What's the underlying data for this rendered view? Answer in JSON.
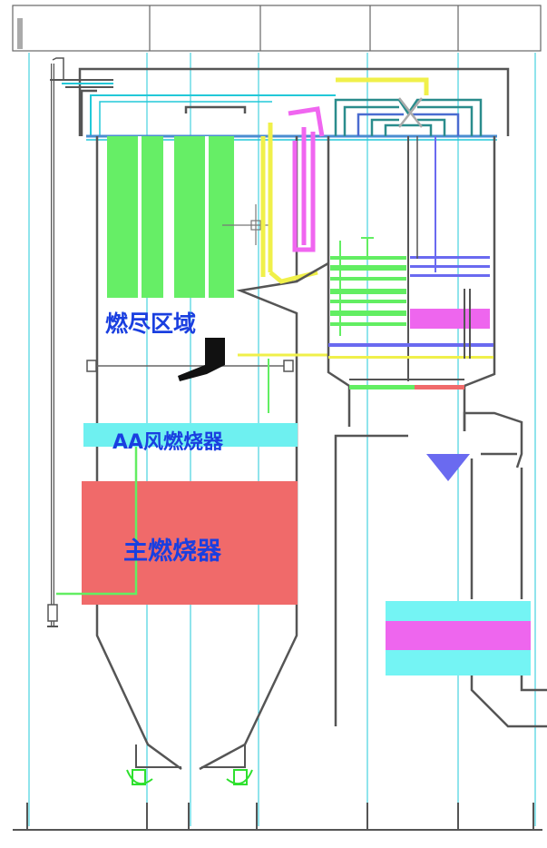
{
  "labels": {
    "burnout_zone": "燃尽区域",
    "aa_burner": "AA风燃烧器",
    "main_burner": "主燃烧器"
  },
  "colors": {
    "label_text": "#1a3fe0",
    "structure_line": "#555555",
    "gridline": "#22c8d8",
    "main_burner_fill": "#f06a6a",
    "aa_burner_fill": "#6ef0f0",
    "superheater_green": "#62ee62",
    "reheater_magenta": "#f066f0",
    "pipe_yellow": "#f0f04a",
    "header_teal": "#2a8c8c",
    "hopper_blue": "#6a6af0",
    "air_heater_cyan": "#74f4f4",
    "air_heater_magenta": "#ee66ee"
  }
}
